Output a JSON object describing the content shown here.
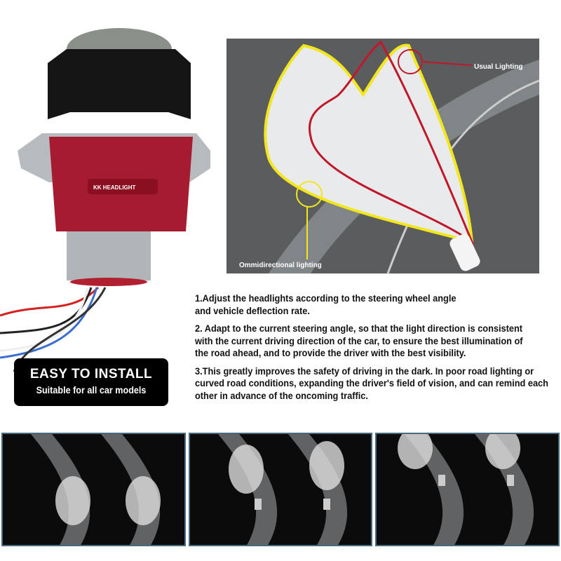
{
  "product": {
    "brand_logo_text": "KK HEADLIGHT"
  },
  "diagram": {
    "usual_label": "Usual Lighting",
    "omni_label": "Ommidirectional lighting",
    "colors": {
      "usual": "#c0182a",
      "omni": "#f2e61c",
      "background": "#5a5c5e"
    }
  },
  "features": [
    {
      "line1": "1.Adjust the headlights according to the steering wheel angle",
      "line2": "and vehicle deflection rate."
    },
    {
      "text": "2. Adapt to the current steering angle, so that the light direction is consistent with the current driving direction of the car, to ensure the best illumination of the road ahead, and to provide the driver with the best visibility."
    },
    {
      "text": "3.This greatly improves the safety of driving in the dark. In poor road lighting or curved road conditions, expanding the driver's field of vision, and can remind each other in advance of the oncoming traffic."
    }
  ],
  "badge": {
    "title": "EASY TO INSTALL",
    "subtitle": "Suitable for all car models"
  }
}
